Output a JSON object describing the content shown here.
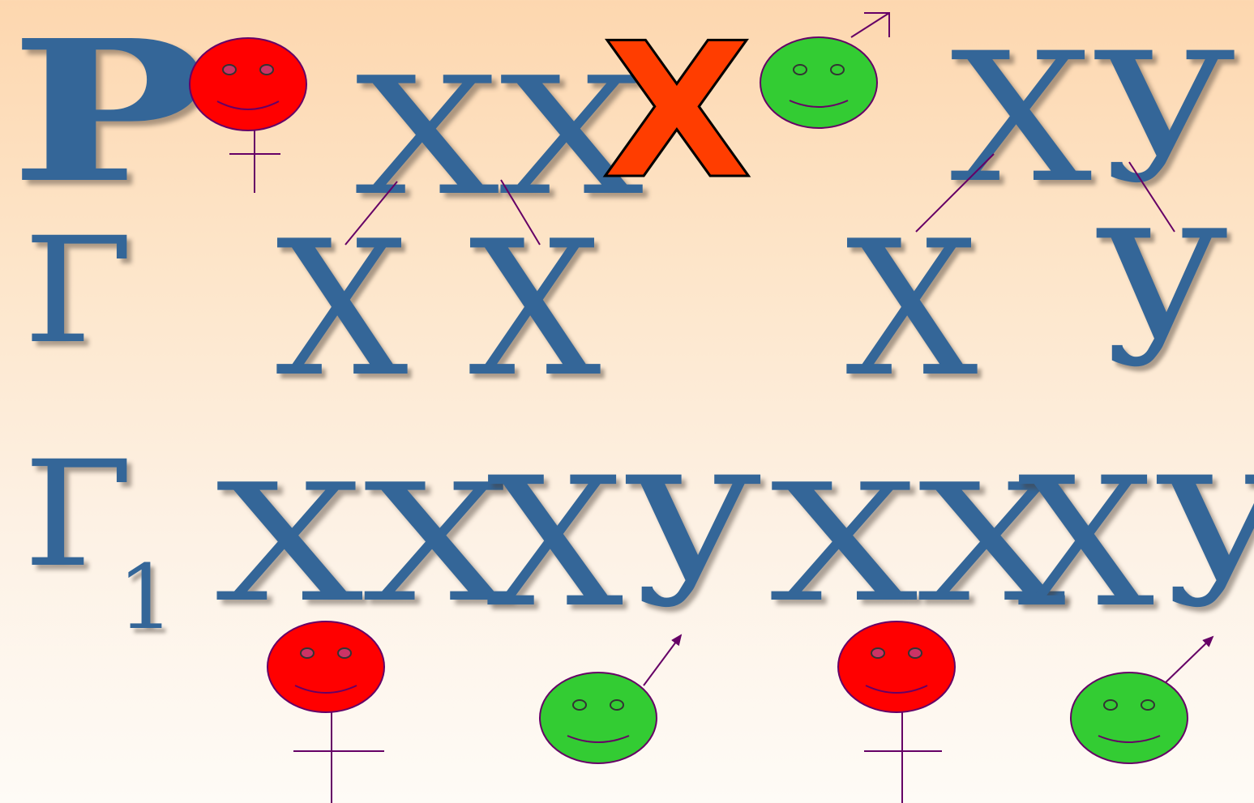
{
  "rows": {
    "parents_label": "P",
    "gametes_label": "Г",
    "offspring_label": "Г",
    "offspring_subscript": "1"
  },
  "parents": {
    "mother_genotype": "ХХ",
    "cross_symbol": "Х",
    "father_genotype": "ХУ"
  },
  "gametes": [
    "Х",
    "Х",
    "Х",
    "У"
  ],
  "offspring": [
    "ХХ",
    "ХУ",
    "ХХ",
    "ХУ"
  ],
  "icons": {
    "female_face": "female-smiley-icon",
    "male_face": "male-smiley-icon"
  },
  "colors": {
    "letters": "#346698",
    "female": "#ff0000",
    "male": "#33cc33",
    "cross": "#ff3d00",
    "lines": "#660066"
  }
}
